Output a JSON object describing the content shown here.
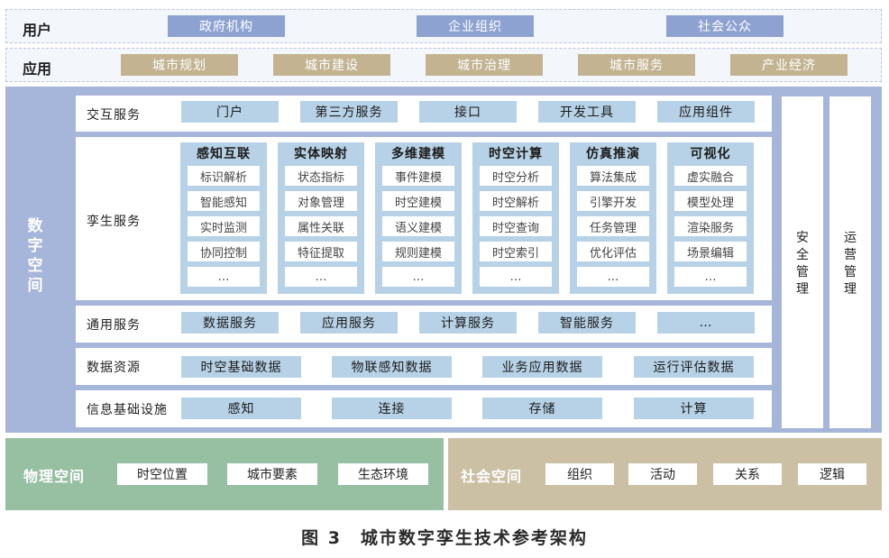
{
  "users": {
    "title": "用户",
    "items": [
      "政府机构",
      "企业组织",
      "社会公众"
    ]
  },
  "apps": {
    "title": "应用",
    "items": [
      "城市规划",
      "城市建设",
      "城市治理",
      "城市服务",
      "产业经济"
    ]
  },
  "digital_space": {
    "label": "数字空间",
    "interaction": {
      "title": "交互服务",
      "items": [
        "门户",
        "第三方服务",
        "接口",
        "开发工具",
        "应用组件"
      ]
    },
    "twin": {
      "title": "孪生服务",
      "columns": [
        {
          "head": "感知互联",
          "items": [
            "标识解析",
            "智能感知",
            "实时监测",
            "协同控制",
            "…"
          ]
        },
        {
          "head": "实体映射",
          "items": [
            "状态指标",
            "对象管理",
            "属性关联",
            "特征提取",
            "…"
          ]
        },
        {
          "head": "多维建模",
          "items": [
            "事件建模",
            "时空建模",
            "语义建模",
            "规则建模",
            "…"
          ]
        },
        {
          "head": "时空计算",
          "items": [
            "时空分析",
            "时空解析",
            "时空查询",
            "时空索引",
            "…"
          ]
        },
        {
          "head": "仿真推演",
          "items": [
            "算法集成",
            "引擎开发",
            "任务管理",
            "优化评估",
            "…"
          ]
        },
        {
          "head": "可视化",
          "items": [
            "虚实融合",
            "模型处理",
            "渲染服务",
            "场景编辑",
            "…"
          ]
        }
      ]
    },
    "common": {
      "title": "通用服务",
      "items": [
        "数据服务",
        "应用服务",
        "计算服务",
        "智能服务",
        "…"
      ]
    },
    "data": {
      "title": "数据资源",
      "items": [
        "时空基础数据",
        "物联感知数据",
        "业务应用数据",
        "运行评估数据"
      ]
    },
    "infra": {
      "title": "信息基础设施",
      "items": [
        "感知",
        "连接",
        "存储",
        "计算"
      ]
    },
    "security": "安全管理",
    "operations": "运营管理"
  },
  "physical_space": {
    "title": "物理空间",
    "items": [
      "时空位置",
      "城市要素",
      "生态环境"
    ]
  },
  "social_space": {
    "title": "社会空间",
    "items": [
      "组织",
      "活动",
      "关系",
      "逻辑"
    ]
  },
  "caption": "图 3　城市数字孪生技术参考架构",
  "colors": {
    "user_chip": "#8ea2d2",
    "app_chip": "#c3b391",
    "digital_bg": "#a6b5da",
    "cell": "#b7d2e6",
    "physical_bg": "#97bfa2",
    "social_bg": "#cbbfa4"
  }
}
